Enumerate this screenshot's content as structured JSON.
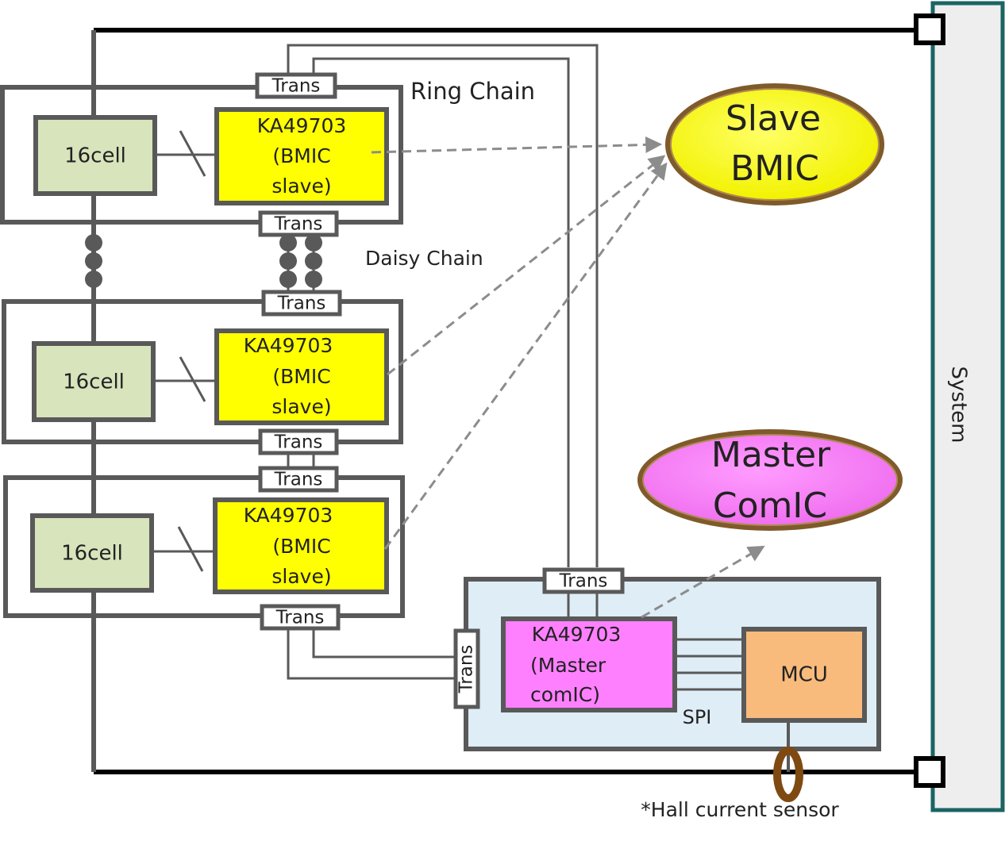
{
  "labels": {
    "ring_chain": "Ring Chain",
    "daisy_chain": "Daisy Chain",
    "spi": "SPI",
    "hall_sensor": "*Hall current sensor",
    "system": "System"
  },
  "slave_modules": [
    {
      "cell_label": "16cell",
      "chip_line1": "KA49703",
      "chip_line2": "(BMIC",
      "chip_line3": "slave)",
      "trans_top": "Trans",
      "trans_bottom": "Trans"
    },
    {
      "cell_label": "16cell",
      "chip_line1": "KA49703",
      "chip_line2": "(BMIC",
      "chip_line3": "slave)",
      "trans_top": "Trans",
      "trans_bottom": "Trans"
    },
    {
      "cell_label": "16cell",
      "chip_line1": "KA49703",
      "chip_line2": "(BMIC",
      "chip_line3": "slave)",
      "trans_top": "Trans",
      "trans_bottom": "Trans"
    }
  ],
  "master_module": {
    "trans_top": "Trans",
    "trans_side": "Trans",
    "chip_line1": "KA49703",
    "chip_line2": "(Master",
    "chip_line3": "comIC)",
    "mcu_label": "MCU"
  },
  "callouts": {
    "slave_line1": "Slave",
    "slave_line2": "BMIC",
    "master_line1": "Master",
    "master_line2": "ComIC"
  },
  "colors": {
    "frame": "#595959",
    "cell_fill": "#d8e4bc",
    "slave_chip_fill": "#ffff00",
    "master_chip_fill": "#ff80ff",
    "mcu_fill": "#f8bb7c",
    "master_panel_fill": "#deedf6",
    "slave_callout_fill": "#ffff00",
    "master_callout_fill": "#ff80ff",
    "callout_border": "#7f5a2a",
    "system_bar_fill": "#eeeeee",
    "system_bar_border": "#1b6464",
    "dashed_arrow": "#8c8c8c",
    "hall_sensor": "#7f4a12"
  }
}
